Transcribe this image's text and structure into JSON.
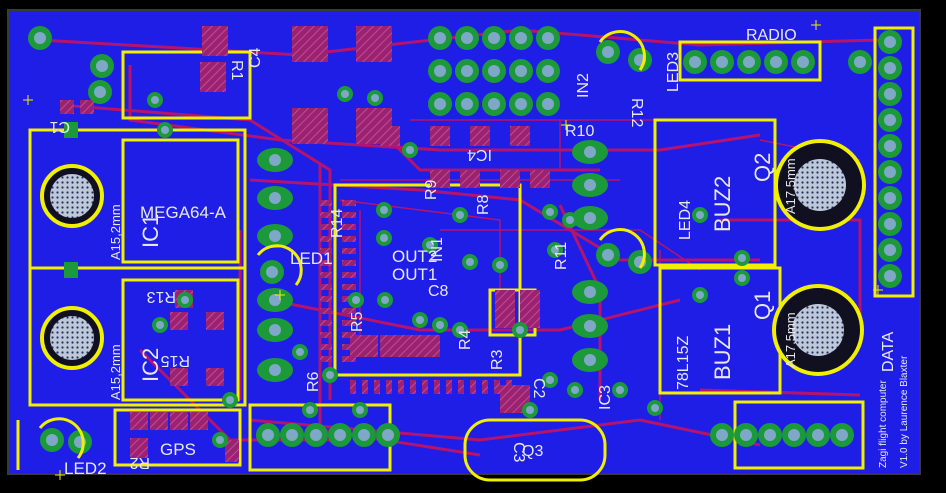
{
  "colors": {
    "background": "#000000",
    "bottom_copper": "#1e1ee6",
    "silkscreen": "#f0f000",
    "top_trace": "#b4146e",
    "pad_green": "#1c9a3a",
    "smd_pad": "#9b2270",
    "drill": "#7fa8c8",
    "text_white": "#e8e8e8"
  },
  "labels": {
    "radio": "RADIO",
    "led3": "LED3",
    "in2": "IN2",
    "r12": "R12",
    "r10": "R10",
    "ic4": "IC4",
    "q2": "Q2",
    "buz2": "BUZ2",
    "a17_top": "A17,5mm",
    "led4": "LED4",
    "r11": "R11",
    "buz1": "BUZ1",
    "q1": "Q1",
    "buz_part": "78L15Z",
    "a17_bottom": "A17,5mm",
    "data": "DATA",
    "credit_line1": "Zagi flight computer",
    "credit_line2": "V1.0 by Laurence Blaxter",
    "ic1": "IC1",
    "mega": "MEGA64-A",
    "a15_top": "A15,2mm",
    "led1": "LED1",
    "r9": "R9",
    "r8": "R8",
    "r14": "R14",
    "out2": "OUT2",
    "out1": "OUT1",
    "in1": "IN1",
    "c8": "C8",
    "ic2": "IC2",
    "r13": "R13",
    "r15": "R15",
    "a15_bottom": "A15,2mm",
    "r5": "R5",
    "r4": "R4",
    "r3": "R3",
    "r6": "R6",
    "c2": "C2",
    "ic3": "IC3",
    "c3": "C3",
    "q3": "Q3",
    "gps": "GPS",
    "r2": "R2",
    "led2": "LED2",
    "c1": "C1",
    "r1": "R1",
    "c4": "C4"
  }
}
